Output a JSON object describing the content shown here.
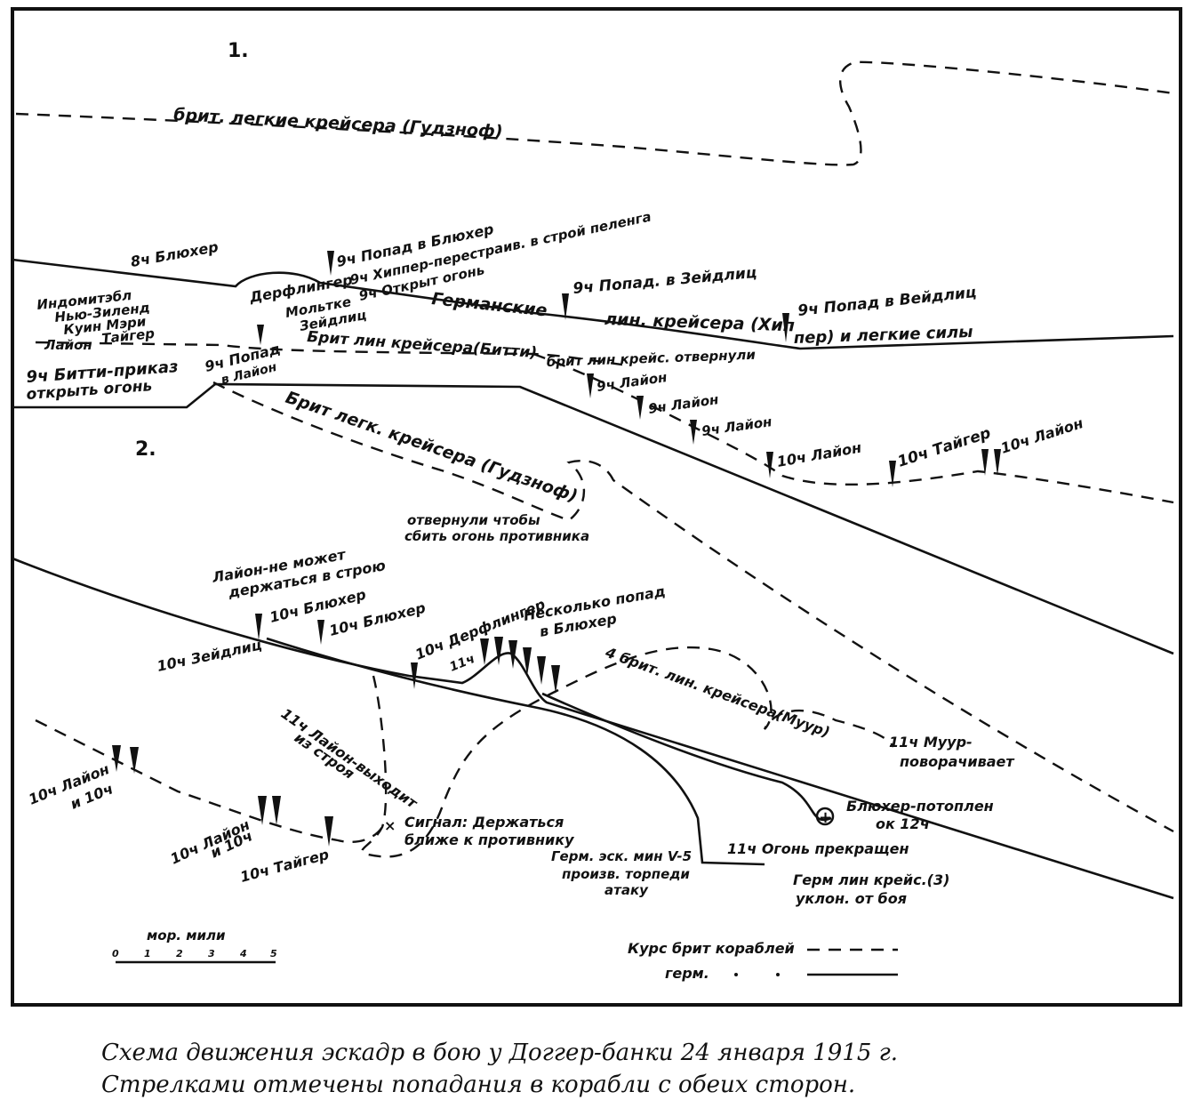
{
  "section_1": "1.",
  "section_2": "2.",
  "labels": {
    "brit_light_1": "брит. легкие крейсера (Гудзноф)",
    "blucher_8": "8ч Блюхер",
    "indomitable": "Индомитэбл",
    "nz": "Нью-Зиленд",
    "qm": "Куин Мэри",
    "tiger": "Тайгер",
    "lion": "Лайон",
    "derf": "Дерфлингер",
    "moltke": "Мольтке",
    "seydlitz": "Зейдлиц",
    "hit_bl": "9ч Попад в Блюхер",
    "hipper": "9ч Хиппер-перестраив. в строй пеленга",
    "open_fire": "9ч Открыт огонь",
    "german": "Германские",
    "hit_z1": "9ч Попад. в Зейдлиц",
    "germ_line": "лин. крейсера (Хип",
    "hit_z2": "9ч Попад в Вейдлиц",
    "and_light": "пер) и легкие силы",
    "brit_line": "Брит лин крейсера(Битти)",
    "brit_turned": "брит лин крейс. отвернули",
    "beatty1": "9ч Битти-приказ",
    "beatty2": "открыть огонь",
    "hit_lion1": "9ч Попад",
    "hit_lion2": "в Лайон",
    "brit_light_2": "Брит легк. крейсера (Гудзноф)",
    "l945": "9ч Лайон",
    "l950": "9ч Лайон",
    "l955": "9ч Лайон",
    "l10a": "10ч Лайон",
    "t10": "10ч Тайгер",
    "l10b": "10ч Лайон",
    "turned1": "отвернули чтобы",
    "turned2": "сбить огонь противника",
    "lion_cant1": "Лайон-не может",
    "lion_cant2": "держаться в строю",
    "bl10a": "10ч Блюхер",
    "bl10b": "10ч Блюхер",
    "z10": "10ч Зейдлиц",
    "derf10": "10ч Дерфлингер",
    "h11": "11ч",
    "several1": "Несколько попад",
    "several2": "в Блюхер",
    "moore_line": "4 брит. лин. крейсера(Муур)",
    "moore_turn1": "11ч Муур-",
    "moore_turn2": "поворачивает",
    "lion_out1": "11ч Лайон-выходит",
    "lion_out2": "из строя",
    "l10c1": "10ч Лайон",
    "l10c2": "и 10ч",
    "l10d1": "10ч Лайон",
    "l10d2": "и 10ч",
    "t10b": "10ч Тайгер",
    "signal1": "Сигнал: Держаться",
    "signal2": "ближе к противнику",
    "v5_1": "Герм. эск. мин V-5",
    "v5_2": "произв. торпеди",
    "v5_3": "атаку",
    "sunk1": "Блюхер-потоплен",
    "sunk2": "ок 12ч",
    "fire_stop": "11ч Огонь прекращен",
    "germ_exit1": "Герм лин крейс.(3)",
    "germ_exit2": "уклон. от боя"
  },
  "scale": {
    "title": "мор. мили",
    "ticks": [
      "0",
      "1",
      "2",
      "3",
      "4",
      "5"
    ]
  },
  "legend": {
    "brit": "Курс брит кораблей",
    "germ": "герм."
  },
  "caption": {
    "line1": "Схема движения эскадр в бою у Доггер-банки 24 января 1915 г.",
    "line2": "Стрелками отмечены попадания в корабли с обеих сторон."
  }
}
